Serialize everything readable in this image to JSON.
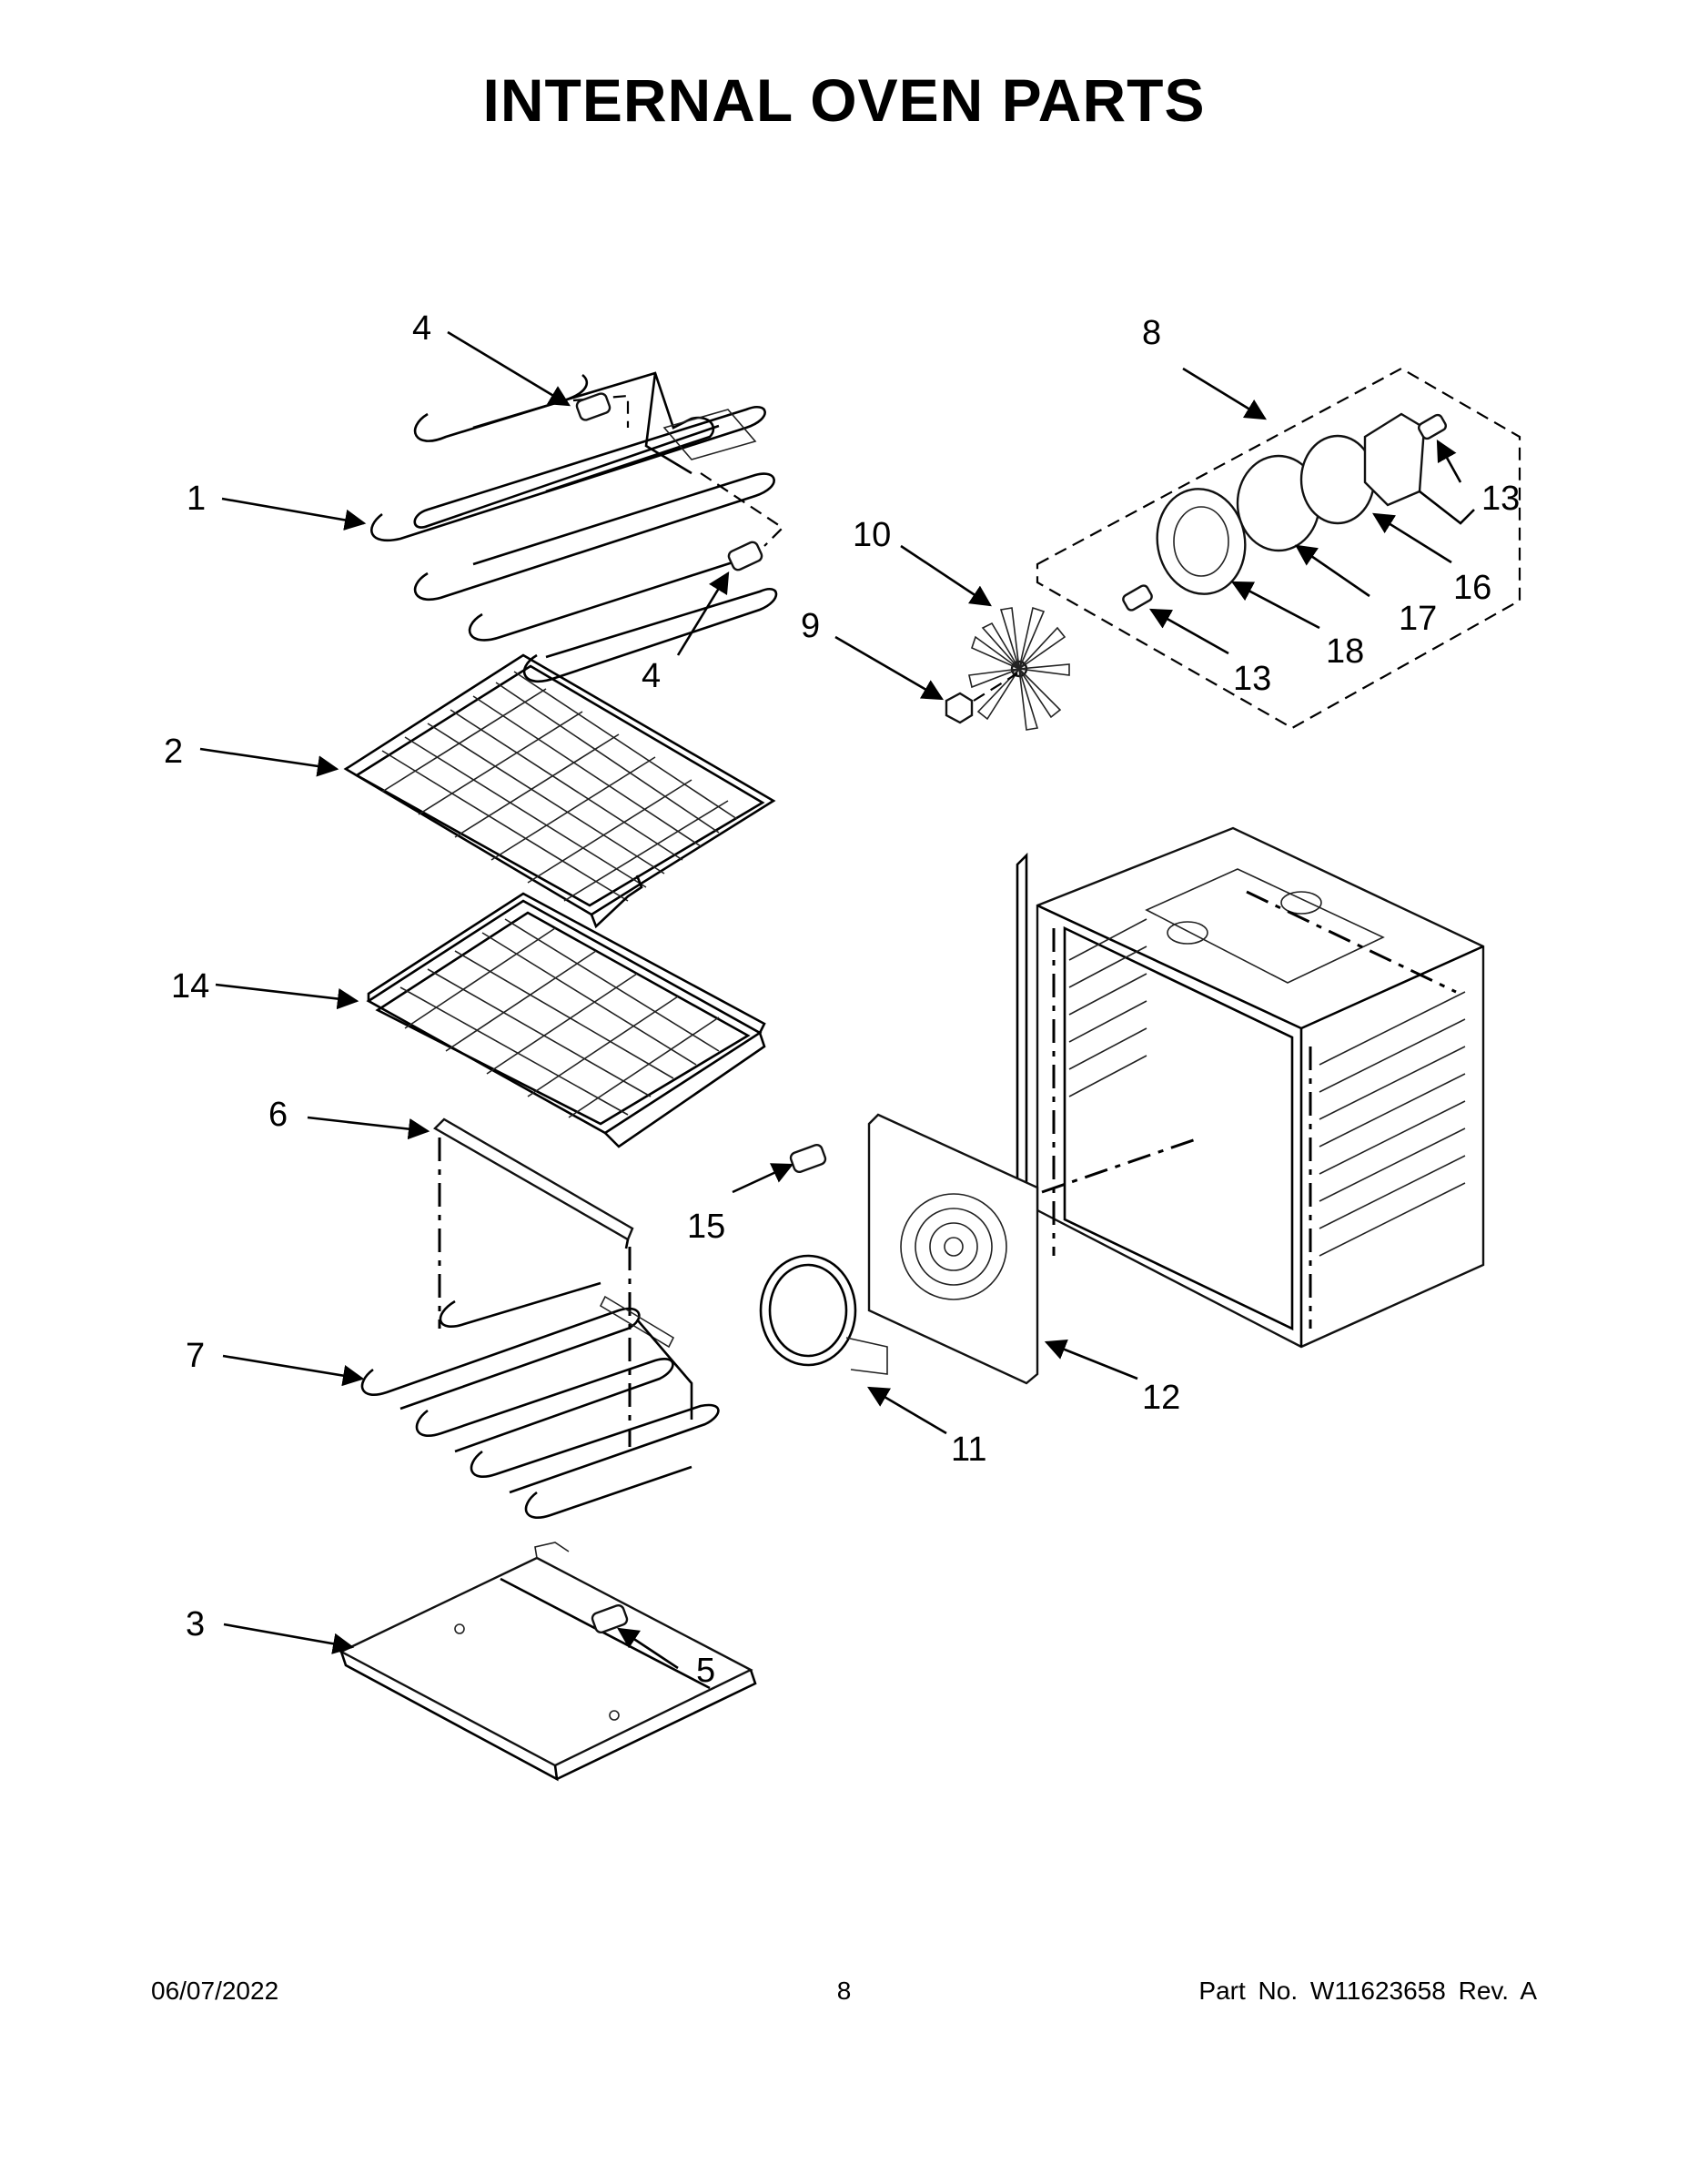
{
  "title": "INTERNAL OVEN PARTS",
  "callouts": [
    {
      "id": "c1",
      "text": "1"
    },
    {
      "id": "c2",
      "text": "2"
    },
    {
      "id": "c3",
      "text": "3"
    },
    {
      "id": "c4a",
      "text": "4"
    },
    {
      "id": "c4b",
      "text": "4"
    },
    {
      "id": "c5",
      "text": "5"
    },
    {
      "id": "c6",
      "text": "6"
    },
    {
      "id": "c7",
      "text": "7"
    },
    {
      "id": "c8",
      "text": "8"
    },
    {
      "id": "c9",
      "text": "9"
    },
    {
      "id": "c10",
      "text": "10"
    },
    {
      "id": "c11",
      "text": "11"
    },
    {
      "id": "c12",
      "text": "12"
    },
    {
      "id": "c13a",
      "text": "13"
    },
    {
      "id": "c13b",
      "text": "13"
    },
    {
      "id": "c14",
      "text": "14"
    },
    {
      "id": "c15",
      "text": "15"
    },
    {
      "id": "c16",
      "text": "16"
    },
    {
      "id": "c17",
      "text": "17"
    },
    {
      "id": "c18",
      "text": "18"
    }
  ],
  "footer": {
    "date": "06/07/2022",
    "page": "8",
    "part": "Part No.  W11623658  Rev.  A"
  }
}
